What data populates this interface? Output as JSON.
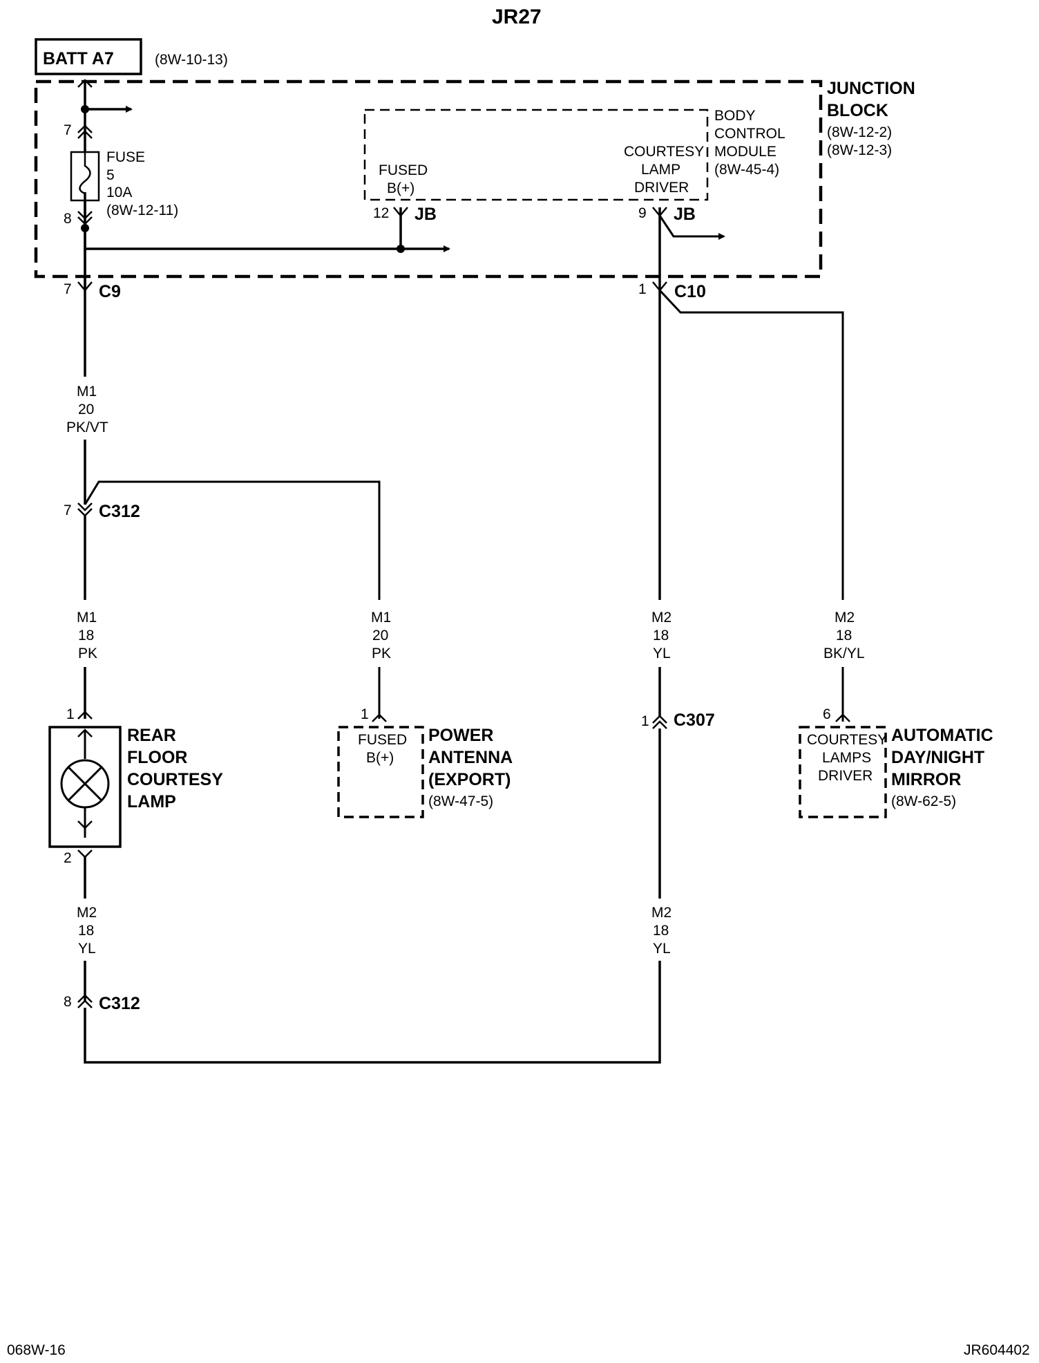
{
  "title": "JR27",
  "batt": {
    "label": "BATT A7",
    "ref": "(8W-10-13)"
  },
  "junction_block": {
    "line1": "JUNCTION",
    "line2": "BLOCK",
    "ref1": "(8W-12-2)",
    "ref2": "(8W-12-3)"
  },
  "fuse": {
    "label": "FUSE",
    "number": "5",
    "rating": "10A",
    "ref": "(8W-12-11)",
    "pin_top": "7",
    "pin_bottom": "8"
  },
  "bcm": {
    "line1": "BODY",
    "line2": "CONTROL",
    "line3": "MODULE",
    "ref": "(8W-45-4)",
    "fused_label1": "FUSED",
    "fused_label2": "B(+)",
    "fused_pin": "12",
    "fused_conn": "JB",
    "driver_label1": "COURTESY",
    "driver_label2": "LAMP",
    "driver_label3": "DRIVER",
    "driver_pin": "9",
    "driver_conn": "JB"
  },
  "connectors": {
    "c9": {
      "pin": "7",
      "name": "C9"
    },
    "c10": {
      "pin": "1",
      "name": "C10"
    },
    "c312_top": {
      "pin": "7",
      "name": "C312"
    },
    "c312_bottom": {
      "pin": "8",
      "name": "C312"
    },
    "c307": {
      "pin": "1",
      "name": "C307"
    }
  },
  "wires": {
    "w1": {
      "circuit": "M1",
      "gauge": "20",
      "color": "PK/VT"
    },
    "w2": {
      "circuit": "M1",
      "gauge": "18",
      "color": "PK"
    },
    "w3": {
      "circuit": "M1",
      "gauge": "20",
      "color": "PK"
    },
    "w4": {
      "circuit": "M2",
      "gauge": "18",
      "color": "YL"
    },
    "w5": {
      "circuit": "M2",
      "gauge": "18",
      "color": "BK/YL"
    },
    "w6": {
      "circuit": "M2",
      "gauge": "18",
      "color": "YL"
    },
    "w7": {
      "circuit": "M2",
      "gauge": "18",
      "color": "YL"
    }
  },
  "lamp": {
    "line1": "REAR",
    "line2": "FLOOR",
    "line3": "COURTESY",
    "line4": "LAMP",
    "pin_top": "1",
    "pin_bottom": "2"
  },
  "antenna": {
    "inner1": "FUSED",
    "inner2": "B(+)",
    "line1": "POWER",
    "line2": "ANTENNA",
    "line3": "(EXPORT)",
    "ref": "(8W-47-5)",
    "pin": "1"
  },
  "mirror": {
    "inner1": "COURTESY",
    "inner2": "LAMPS",
    "inner3": "DRIVER",
    "line1": "AUTOMATIC",
    "line2": "DAY/NIGHT",
    "line3": "MIRROR",
    "ref": "(8W-62-5)",
    "pin": "6"
  },
  "footer": {
    "left": "068W-16",
    "right": "JR604402"
  }
}
